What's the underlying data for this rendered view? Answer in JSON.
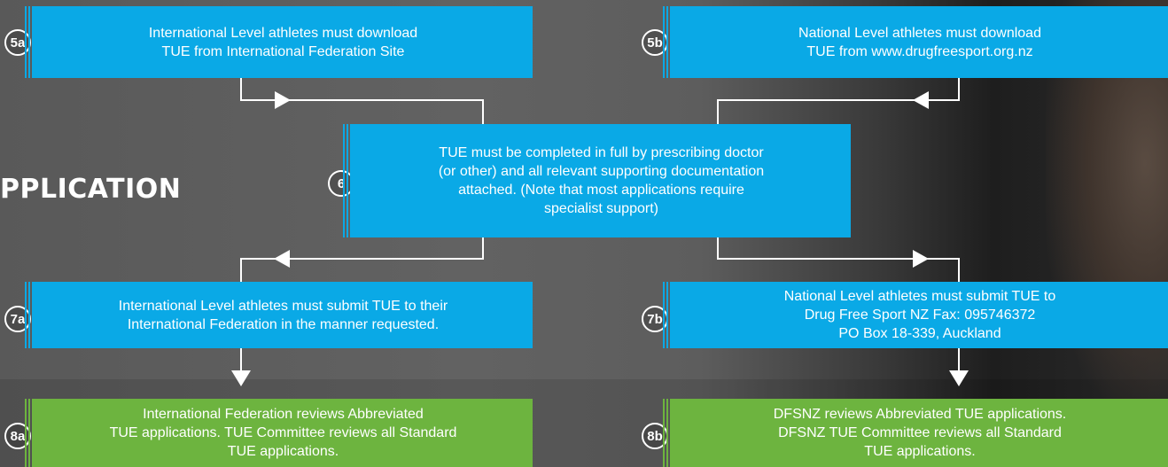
{
  "side_title": "PPLICATION",
  "colors": {
    "blue": "#0aa9e6",
    "green": "#6db43f",
    "line": "#ffffff"
  },
  "steps": {
    "s5a": {
      "badge": "5a",
      "lines": [
        "International Level athletes must download",
        "TUE from International Federation Site"
      ]
    },
    "s5b": {
      "badge": "5b",
      "lines": [
        "National Level athletes must download",
        "TUE from www.drugfreesport.org.nz"
      ]
    },
    "s6": {
      "badge": "6",
      "lines": [
        "TUE must be completed in full by prescribing doctor",
        "(or other) and all relevant supporting documentation",
        "attached. (Note that most applications require",
        "specialist support)"
      ]
    },
    "s7a": {
      "badge": "7a",
      "lines": [
        "International Level athletes must submit TUE to their",
        "International Federation in the manner requested."
      ]
    },
    "s7b": {
      "badge": "7b",
      "lines": [
        "National Level athletes must submit TUE to",
        "Drug Free Sport NZ Fax: 095746372",
        "PO Box 18-339, Auckland"
      ]
    },
    "s8a": {
      "badge": "8a",
      "lines": [
        "International Federation reviews Abbreviated",
        "TUE applications. TUE Committee reviews all Standard",
        "TUE applications."
      ]
    },
    "s8b": {
      "badge": "8b",
      "lines": [
        "DFSNZ reviews Abbreviated TUE applications.",
        "DFSNZ TUE Committee reviews all Standard",
        "TUE applications."
      ]
    }
  }
}
